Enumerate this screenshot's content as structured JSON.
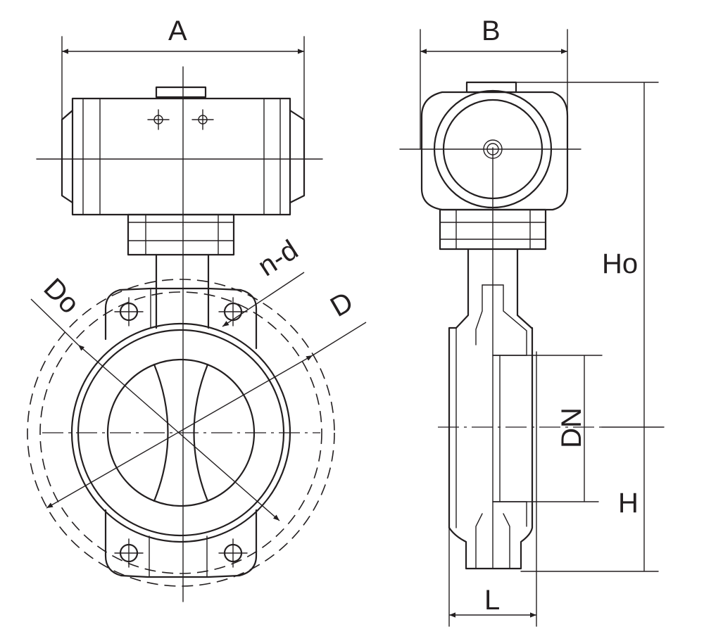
{
  "diagram": {
    "labels": {
      "A": "A",
      "B": "B",
      "Ho": "Ho",
      "H": "H",
      "DN": "DN",
      "L": "L",
      "Do": "Do",
      "D": "D",
      "nd": "n-d"
    },
    "colors": {
      "line": "#231f20",
      "background": "#ffffff"
    }
  }
}
